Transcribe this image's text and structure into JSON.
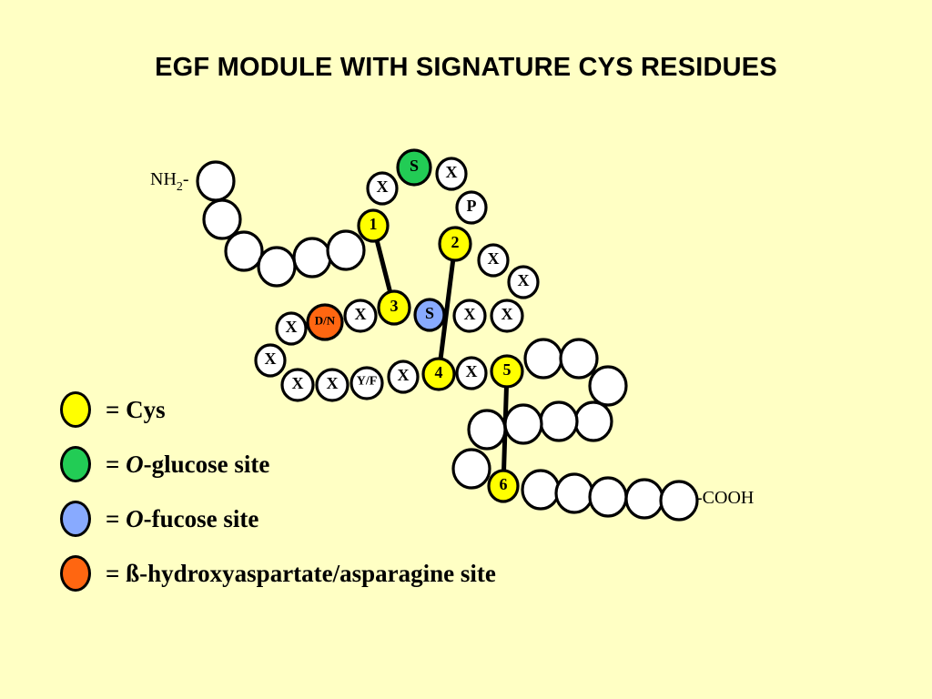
{
  "title": "EGF MODULE WITH SIGNATURE CYS RESIDUES",
  "colors": {
    "background": "#FFFFC4",
    "plain": "#FFFFFF",
    "cys": "#FFFF00",
    "o_glucose": "#22CC55",
    "o_fucose": "#88AAFF",
    "asp_asn": "#FF6611"
  },
  "terminals": {
    "n_term": "NH",
    "n_term_sub": "2",
    "n_term_dash": "-",
    "c_term": "-COOH"
  },
  "residues": [
    {
      "label": "",
      "kind": "plain"
    },
    {
      "label": "",
      "kind": "plain"
    },
    {
      "label": "",
      "kind": "plain"
    },
    {
      "label": "",
      "kind": "plain"
    },
    {
      "label": "",
      "kind": "plain"
    },
    {
      "label": "",
      "kind": "plain"
    },
    {
      "label": "1",
      "kind": "cys"
    },
    {
      "label": "X",
      "kind": "plain"
    },
    {
      "label": "S",
      "kind": "o_glucose"
    },
    {
      "label": "X",
      "kind": "plain"
    },
    {
      "label": "P",
      "kind": "plain"
    },
    {
      "label": "2",
      "kind": "cys"
    },
    {
      "label": "X",
      "kind": "plain"
    },
    {
      "label": "X",
      "kind": "plain"
    },
    {
      "label": "X",
      "kind": "plain"
    },
    {
      "label": "X",
      "kind": "plain"
    },
    {
      "label": "S",
      "kind": "o_fucose"
    },
    {
      "label": "3",
      "kind": "cys"
    },
    {
      "label": "X",
      "kind": "plain"
    },
    {
      "label": "D/N",
      "kind": "asp_asn"
    },
    {
      "label": "X",
      "kind": "plain"
    },
    {
      "label": "X",
      "kind": "plain"
    },
    {
      "label": "X",
      "kind": "plain"
    },
    {
      "label": "X",
      "kind": "plain"
    },
    {
      "label": "Y/F",
      "kind": "plain"
    },
    {
      "label": "X",
      "kind": "plain"
    },
    {
      "label": "4",
      "kind": "cys"
    },
    {
      "label": "X",
      "kind": "plain"
    },
    {
      "label": "5",
      "kind": "cys"
    },
    {
      "label": "",
      "kind": "plain"
    },
    {
      "label": "",
      "kind": "plain"
    },
    {
      "label": "",
      "kind": "plain"
    },
    {
      "label": "",
      "kind": "plain"
    },
    {
      "label": "",
      "kind": "plain"
    },
    {
      "label": "",
      "kind": "plain"
    },
    {
      "label": "",
      "kind": "plain"
    },
    {
      "label": "",
      "kind": "plain"
    },
    {
      "label": "6",
      "kind": "cys"
    },
    {
      "label": "",
      "kind": "plain"
    },
    {
      "label": "",
      "kind": "plain"
    },
    {
      "label": "",
      "kind": "plain"
    },
    {
      "label": "",
      "kind": "plain"
    },
    {
      "label": "",
      "kind": "plain"
    }
  ],
  "disulfide_bonds": [
    {
      "from": "1",
      "to": "3"
    },
    {
      "from": "2",
      "to": "4"
    },
    {
      "from": "5",
      "to": "6"
    }
  ],
  "legend": [
    {
      "kind": "cys",
      "prefix": "= ",
      "italic": "",
      "text": "Cys"
    },
    {
      "kind": "o_glucose",
      "prefix": "= ",
      "italic": "O",
      "text": "-glucose site"
    },
    {
      "kind": "o_fucose",
      "prefix": "= ",
      "italic": "O",
      "text": "-fucose site"
    },
    {
      "kind": "asp_asn",
      "prefix": "= ",
      "italic": "",
      "text": "ß-hydroxyaspartate/asparagine site"
    }
  ]
}
